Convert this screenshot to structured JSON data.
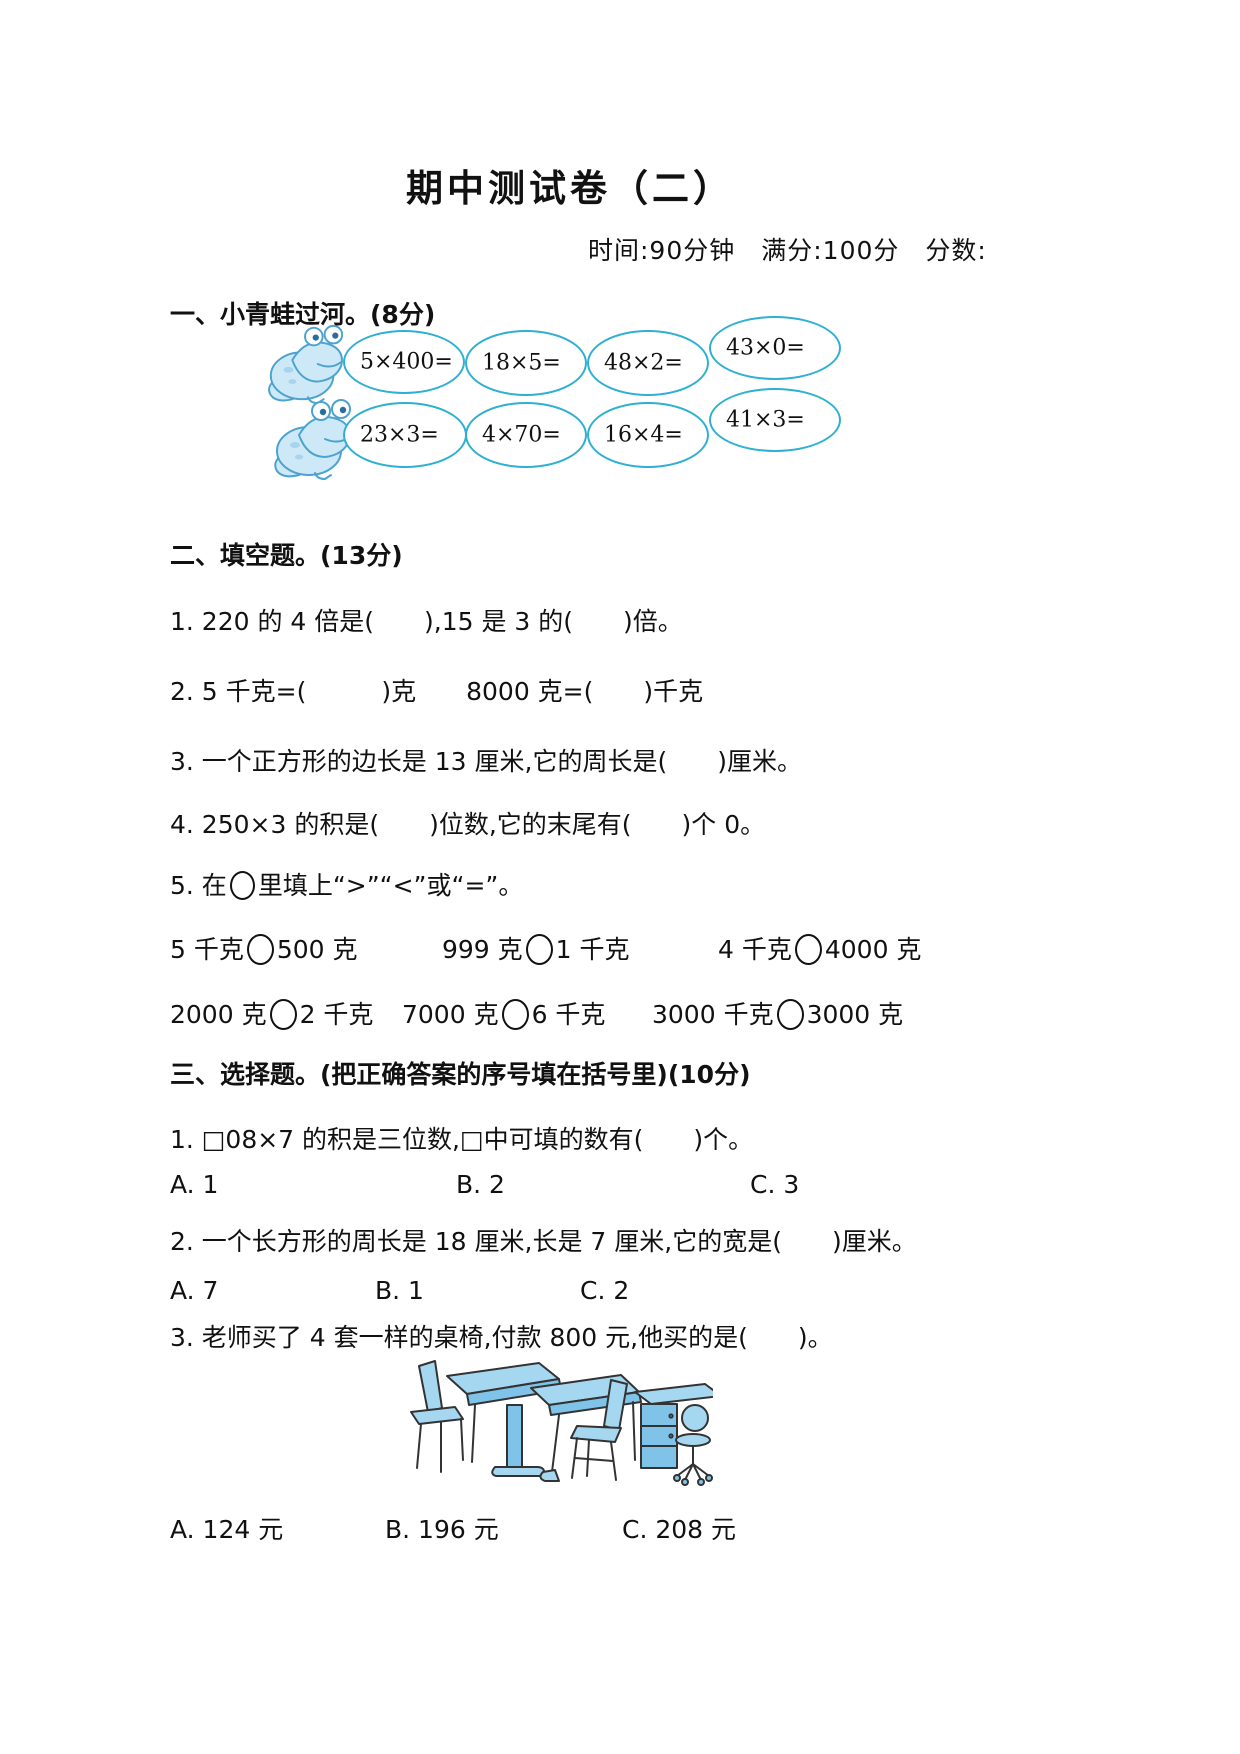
{
  "page": {
    "title": "期中测试卷（二）",
    "meta": "时间:90分钟　满分:100分　分数:"
  },
  "colors": {
    "oval_border": "#2fb0d2",
    "frog_fill": "#cde9f8",
    "frog_stroke": "#4da3cf",
    "furniture_fill": "#a5d8f0",
    "furniture_stroke": "#333333"
  },
  "section1": {
    "heading": "一、小青蛙过河。(8分)",
    "rows": [
      {
        "problems": [
          "5×400=",
          "18×5=",
          "48×2=",
          "43×0="
        ]
      },
      {
        "problems": [
          "23×3=",
          "4×70=",
          "16×4=",
          "41×3="
        ]
      }
    ]
  },
  "section2": {
    "heading": "二、填空题。(13分)",
    "items": [
      "1. 220 的 4 倍是(　　),15 是 3 的(　　)倍。",
      "2. 5 千克=(　　　)克　　8000 克=(　　)千克",
      "3. 一个正方形的边长是 13 厘米,它的周长是(　　)厘米。",
      "4. 250×3 的积是(　　)位数,它的末尾有(　　)个 0。"
    ],
    "q5_prefix": "5. 在",
    "q5_suffix": "里填上“>”“<”或“=”。",
    "compare_rows": [
      [
        {
          "left": "5 千克",
          "right": "500 克"
        },
        {
          "left": "999 克",
          "right": "1 千克"
        },
        {
          "left": "4 千克",
          "right": "4000 克"
        }
      ],
      [
        {
          "left": "2000 克",
          "right": "2 千克"
        },
        {
          "left": "7000 克",
          "right": "6 千克"
        },
        {
          "left": "3000 千克",
          "right": "3000 克"
        }
      ]
    ]
  },
  "section3": {
    "heading": "三、选择题。(把正确答案的序号填在括号里)(10分)",
    "q1": {
      "text": "1. □08×7 的积是三位数,□中可填的数有(　　)个。",
      "options": [
        "A. 1",
        "B. 2",
        "C. 3"
      ]
    },
    "q2": {
      "text": "2. 一个长方形的周长是 18 厘米,长是 7 厘米,它的宽是(　　)厘米。",
      "options": [
        "A. 7",
        "B. 1",
        "C. 2"
      ]
    },
    "q3": {
      "text": "3. 老师买了 4 套一样的桌椅,付款 800 元,他买的是(　　)。",
      "options": [
        "A. 124 元",
        "B. 196 元",
        "C. 208 元"
      ]
    }
  }
}
